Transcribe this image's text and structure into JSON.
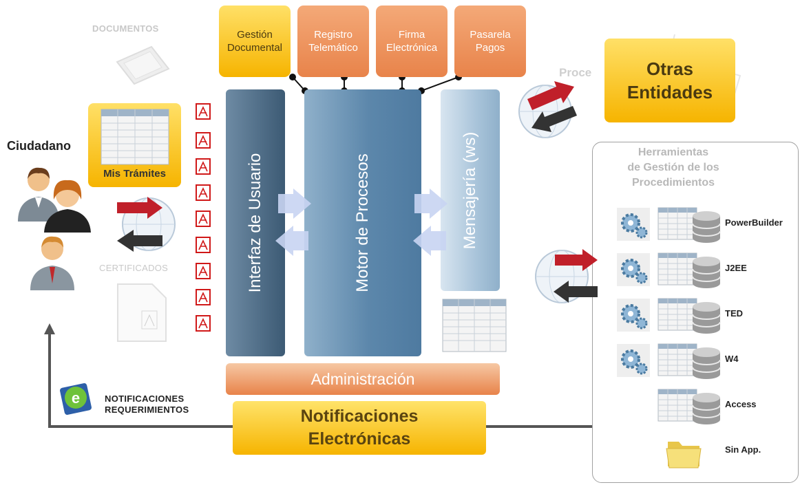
{
  "left": {
    "citizen_label": "Ciudadano",
    "mis_tramites": "Mis Trámites",
    "documentos_label": "DOCUMENTOS",
    "certificados_label": "CERTIFICADOS"
  },
  "top_modules": [
    {
      "line1": "Gestión",
      "line2": "Documental"
    },
    {
      "line1": "Registro",
      "line2": "Telemático"
    },
    {
      "line1": "Firma",
      "line2": "Electrónica"
    },
    {
      "line1": "Pasarela",
      "line2": "Pagos"
    }
  ],
  "columns": {
    "interfaz": "Interfaz de Usuario",
    "motor": "Motor de Procesos",
    "mensajeria": "Mensajería (ws)"
  },
  "administracion": "Administración",
  "notificaciones": {
    "line1": "Notificaciones",
    "line2": "Electrónicas"
  },
  "notif_caption": {
    "line1": "NOTIFICACIONES",
    "line2": "REQUERIMIENTOS"
  },
  "otras_entidades": {
    "line1": "Otras",
    "line2": "Entidades"
  },
  "proc_ghost": "Proce",
  "herramientas": {
    "title_line1": "Herramientas",
    "title_line2": "de Gestión de los",
    "title_line3": "Procedimientos",
    "tools": [
      {
        "label": "PowerBuilder",
        "gear": true
      },
      {
        "label": "J2EE",
        "gear": true
      },
      {
        "label": "TED",
        "gear": true
      },
      {
        "label": "W4",
        "gear": true
      },
      {
        "label": "Access",
        "gear": false
      },
      {
        "label": "Sin App.",
        "gear": false,
        "folder": true
      }
    ]
  },
  "colors": {
    "orange": "#e8834a",
    "yellow": "#f6b400",
    "column_dark": "#3f5f7a",
    "column_blue": "#5c87ab",
    "column_light": "#a9c4da",
    "connector": "#555555"
  }
}
